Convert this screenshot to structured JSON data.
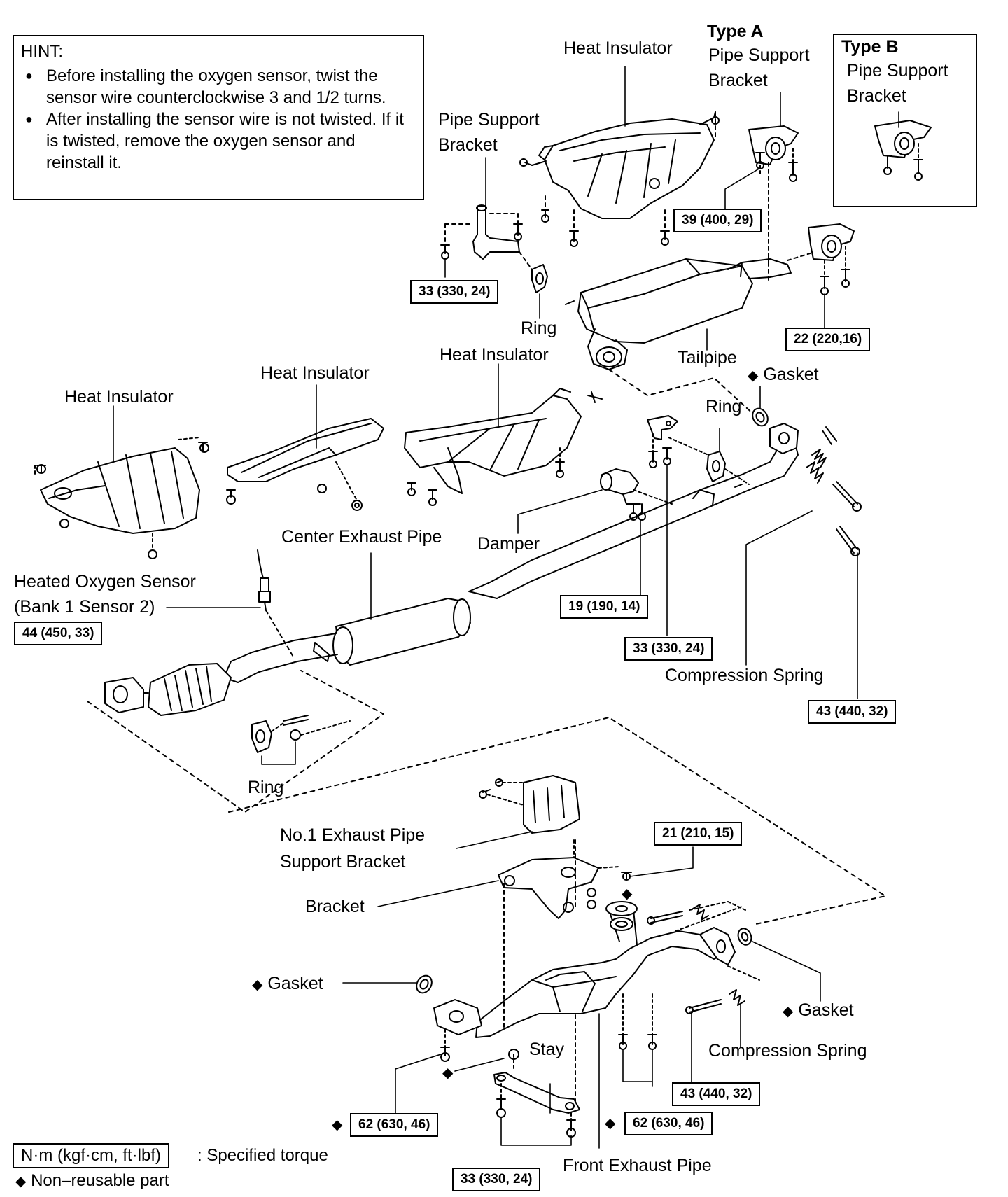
{
  "hint": {
    "title": "HINT:",
    "items": [
      "Before installing the oxygen sensor, twist the sensor wire counterclockwise 3 and 1/2 turns.",
      "After installing the sensor wire is not twisted. If it is twisted, remove the oxygen sensor and reinstall it."
    ]
  },
  "labels": {
    "heat_insulator_top": "Heat Insulator",
    "type_a": "Type A",
    "type_a_part_1": "Pipe Support",
    "type_a_part_2": "Bracket",
    "type_b": "Type B",
    "type_b_part_1": "Pipe Support",
    "type_b_part_2": "Bracket",
    "pipe_support_1": "Pipe Support",
    "pipe_support_2": "Bracket",
    "ring_upper": "Ring",
    "tailpipe": "Tailpipe",
    "gasket_tail": "Gasket",
    "ring_mid": "Ring",
    "heat_insulator_mid": "Heat Insulator",
    "heat_insulator_center": "Heat Insulator",
    "heat_insulator_left": "Heat Insulator",
    "center_exhaust_pipe": "Center Exhaust Pipe",
    "damper": "Damper",
    "oxygen_sensor_1": "Heated Oxygen Sensor",
    "oxygen_sensor_2": "(Bank 1 Sensor 2)",
    "compression_spring_upper": "Compression Spring",
    "ring_lower": "Ring",
    "no1_bracket_1": "No.1 Exhaust Pipe",
    "no1_bracket_2": "Support Bracket",
    "bracket": "Bracket",
    "gasket_left": "Gasket",
    "gasket_right": "Gasket",
    "stay": "Stay",
    "compression_spring_lower": "Compression Spring",
    "front_exhaust_pipe": "Front Exhaust Pipe"
  },
  "torques": {
    "t39": "39 (400, 29)",
    "t33_upper": "33 (330, 24)",
    "t22": "22 (220,16)",
    "t44": "44 (450, 33)",
    "t19": "19 (190, 14)",
    "t33_mid": "33 (330, 24)",
    "t43_upper": "43 (440, 32)",
    "t21": "21 (210, 15)",
    "t43_lower": "43 (440, 32)",
    "t62_left": "62 (630, 46)",
    "t62_right": "62 (630, 46)",
    "t33_lower": "33 (330, 24)"
  },
  "legend": {
    "unit_box": "N·m (kgf·cm, ft·lbf)",
    "unit_desc": ": Specified torque",
    "nonreusable": "Non–reusable part"
  },
  "symbols": {
    "diamond": "◆"
  }
}
